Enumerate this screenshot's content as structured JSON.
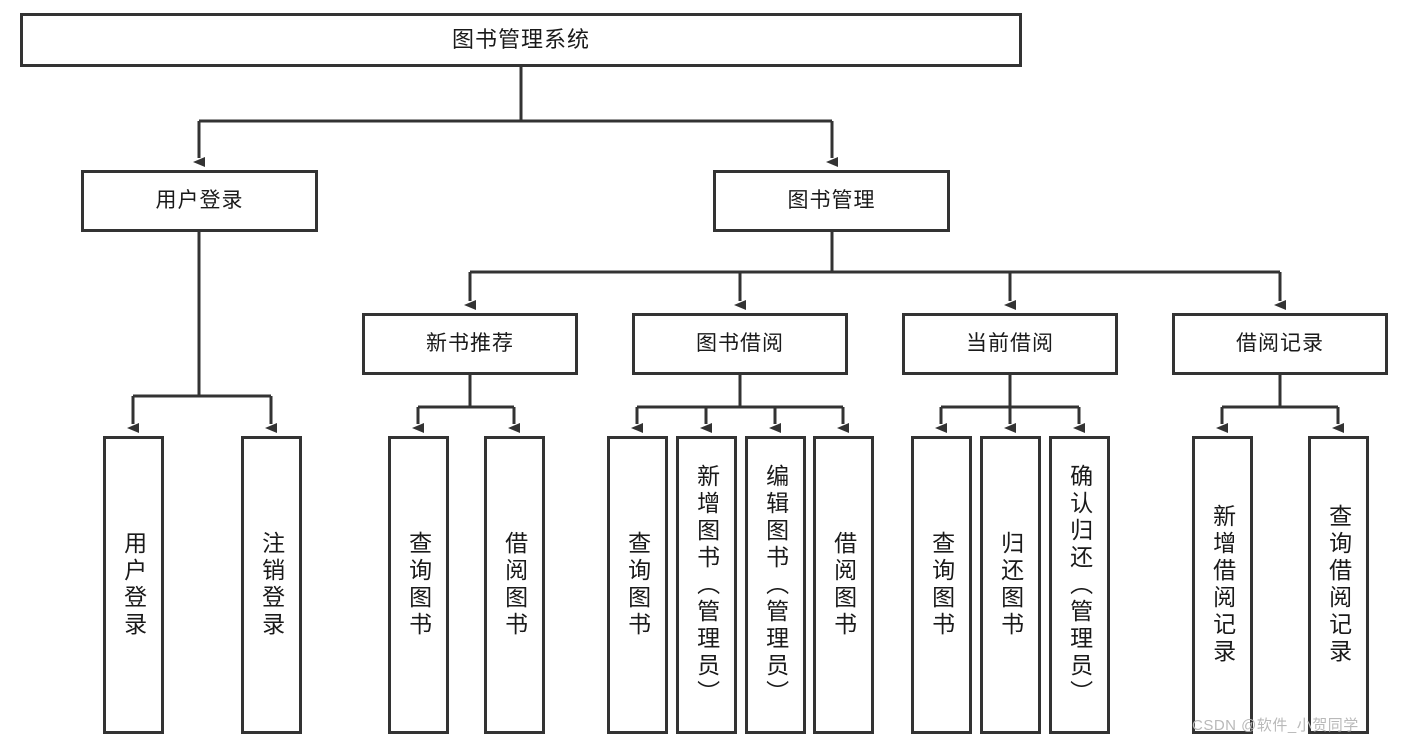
{
  "diagram": {
    "type": "tree",
    "title": "图书管理系统",
    "root": {
      "label": "图书管理系统"
    },
    "level2": [
      {
        "label": "用户登录"
      },
      {
        "label": "图书管理"
      }
    ],
    "level3": [
      {
        "label": "新书推荐"
      },
      {
        "label": "图书借阅"
      },
      {
        "label": "当前借阅"
      },
      {
        "label": "借阅记录"
      }
    ],
    "leaves": {
      "user_login": [
        {
          "label": "用户登录"
        },
        {
          "label": "注销登录"
        }
      ],
      "new_book_recommend": [
        {
          "label": "查询图书"
        },
        {
          "label": "借阅图书"
        }
      ],
      "book_borrow": [
        {
          "label": "查询图书"
        },
        {
          "label": "新增图书（管理员）"
        },
        {
          "label": "编辑图书（管理员）"
        },
        {
          "label": "借阅图书"
        }
      ],
      "current_borrow": [
        {
          "label": "查询图书"
        },
        {
          "label": "归还图书"
        },
        {
          "label": "确认归还（管理员）"
        }
      ],
      "borrow_record": [
        {
          "label": "新增借阅记录"
        },
        {
          "label": "查询借阅记录"
        }
      ]
    }
  },
  "watermark": {
    "text": "CSDN @软件_小贺同学"
  },
  "colors": {
    "border": "#333333",
    "background": "#ffffff",
    "text": "#1a1a1a",
    "watermark": "#b9b9b9"
  }
}
